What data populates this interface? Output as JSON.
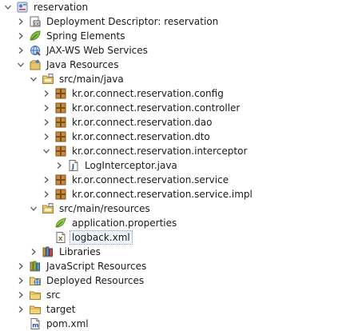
{
  "tree": {
    "items": [
      {
        "label": "reservation",
        "depth": 0,
        "twisty": "expanded",
        "icon": "web-project-icon"
      },
      {
        "label": "Deployment Descriptor: reservation",
        "depth": 1,
        "twisty": "collapsed",
        "icon": "deployment-descriptor-icon"
      },
      {
        "label": "Spring Elements",
        "depth": 1,
        "twisty": "collapsed",
        "icon": "spring-leaf-icon"
      },
      {
        "label": "JAX-WS Web Services",
        "depth": 1,
        "twisty": "collapsed",
        "icon": "web-services-icon"
      },
      {
        "label": "Java Resources",
        "depth": 1,
        "twisty": "expanded",
        "icon": "java-resources-icon"
      },
      {
        "label": "src/main/java",
        "depth": 2,
        "twisty": "expanded",
        "icon": "source-folder-icon"
      },
      {
        "label": "kr.or.connect.reservation.config",
        "depth": 3,
        "twisty": "collapsed",
        "icon": "package-icon"
      },
      {
        "label": "kr.or.connect.reservation.controller",
        "depth": 3,
        "twisty": "collapsed",
        "icon": "package-icon"
      },
      {
        "label": "kr.or.connect.reservation.dao",
        "depth": 3,
        "twisty": "collapsed",
        "icon": "package-icon"
      },
      {
        "label": "kr.or.connect.reservation.dto",
        "depth": 3,
        "twisty": "collapsed",
        "icon": "package-icon"
      },
      {
        "label": "kr.or.connect.reservation.interceptor",
        "depth": 3,
        "twisty": "expanded",
        "icon": "package-icon"
      },
      {
        "label": "LogInterceptor.java",
        "depth": 4,
        "twisty": "collapsed",
        "icon": "java-file-icon"
      },
      {
        "label": "kr.or.connect.reservation.service",
        "depth": 3,
        "twisty": "collapsed",
        "icon": "package-icon"
      },
      {
        "label": "kr.or.connect.reservation.service.impl",
        "depth": 3,
        "twisty": "collapsed",
        "icon": "package-icon"
      },
      {
        "label": "src/main/resources",
        "depth": 2,
        "twisty": "expanded",
        "icon": "source-folder-icon"
      },
      {
        "label": "application.properties",
        "depth": 3,
        "twisty": "none",
        "icon": "properties-leaf-icon"
      },
      {
        "label": "logback.xml",
        "depth": 3,
        "twisty": "none",
        "icon": "xml-file-icon",
        "focused": true
      },
      {
        "label": "Libraries",
        "depth": 2,
        "twisty": "collapsed",
        "icon": "libraries-icon"
      },
      {
        "label": "JavaScript Resources",
        "depth": 1,
        "twisty": "collapsed",
        "icon": "javascript-resources-icon"
      },
      {
        "label": "Deployed Resources",
        "depth": 1,
        "twisty": "collapsed",
        "icon": "deployed-resources-icon"
      },
      {
        "label": "src",
        "depth": 1,
        "twisty": "collapsed",
        "icon": "folder-icon"
      },
      {
        "label": "target",
        "depth": 1,
        "twisty": "collapsed",
        "icon": "folder-icon"
      },
      {
        "label": "pom.xml",
        "depth": 1,
        "twisty": "none",
        "icon": "maven-pom-icon"
      }
    ]
  }
}
